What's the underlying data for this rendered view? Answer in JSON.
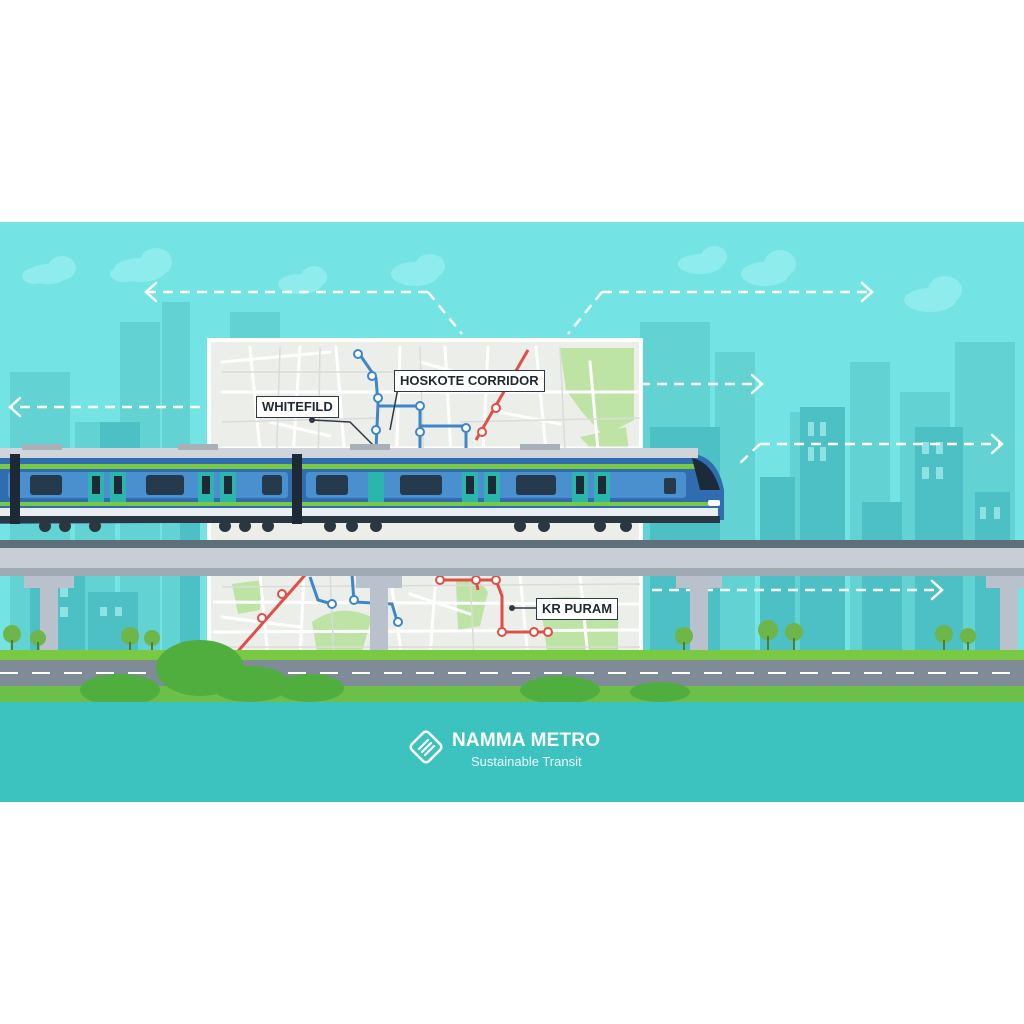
{
  "labels": {
    "whitefield": "WHITEFILD",
    "hoskote": "HOSKOTE CORRIDOR",
    "kr_puram": "KR PURAM"
  },
  "brand": {
    "name": "NAMMA METRO",
    "tagline": "Sustainable Transit"
  },
  "colors": {
    "sky": "#73e3e3",
    "footer": "#3cc3c0",
    "blue_line": "#3f86c8",
    "red_line": "#e04e45",
    "train_blue": "#2f6db0",
    "train_green": "#7ac943"
  },
  "icons": {
    "logo": "namma-metro-logo-icon",
    "arrows": "dashed-arrow-icon"
  }
}
